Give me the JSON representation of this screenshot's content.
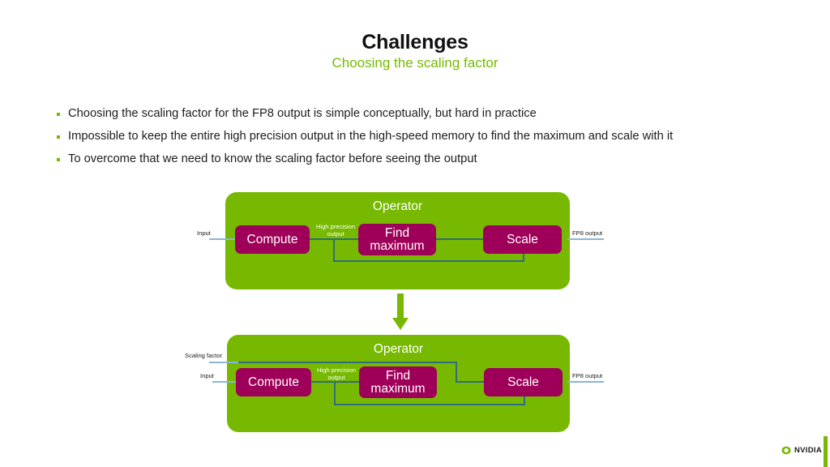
{
  "header": {
    "title": "Challenges",
    "subtitle": "Choosing the scaling factor",
    "accent_color": "#76b900"
  },
  "bullets": [
    {
      "text": "Choosing the scaling factor for the FP8 output is simple conceptually, but hard in practice"
    },
    {
      "text": "Impossible to keep the entire high precision output in the high-speed memory to find the maximum and scale with it"
    },
    {
      "text": "To overcome that we need to know the scaling factor before seeing the output"
    }
  ],
  "colors": {
    "nvidia_green": "#76b900",
    "process_magenta": "#9e0059",
    "wire_teal": "#2f6d80",
    "wire_blue": "#8ab6d6",
    "text_dark": "#1c1c1c",
    "white": "#ffffff"
  },
  "diagrams": [
    {
      "id": "diagram-1",
      "container_label": "Operator",
      "blocks": [
        {
          "id": "compute",
          "label": "Compute"
        },
        {
          "id": "find-maximum",
          "label": "Find maximum"
        },
        {
          "id": "scale",
          "label": "Scale"
        }
      ],
      "wire_labels": {
        "input": "Input",
        "high_precision_output": "High precision output",
        "fp8_output": "FP8 output"
      }
    },
    {
      "id": "diagram-2",
      "container_label": "Operator",
      "blocks": [
        {
          "id": "compute",
          "label": "Compute"
        },
        {
          "id": "find-maximum",
          "label": "Find maximum"
        },
        {
          "id": "scale",
          "label": "Scale"
        }
      ],
      "wire_labels": {
        "scaling_factor": "Scaling factor",
        "input": "Input",
        "high_precision_output": "High precision output",
        "fp8_output": "FP8 output"
      }
    }
  ],
  "transition": {
    "arrow": "down-arrow"
  },
  "footer": {
    "brand": "NVIDIA"
  }
}
